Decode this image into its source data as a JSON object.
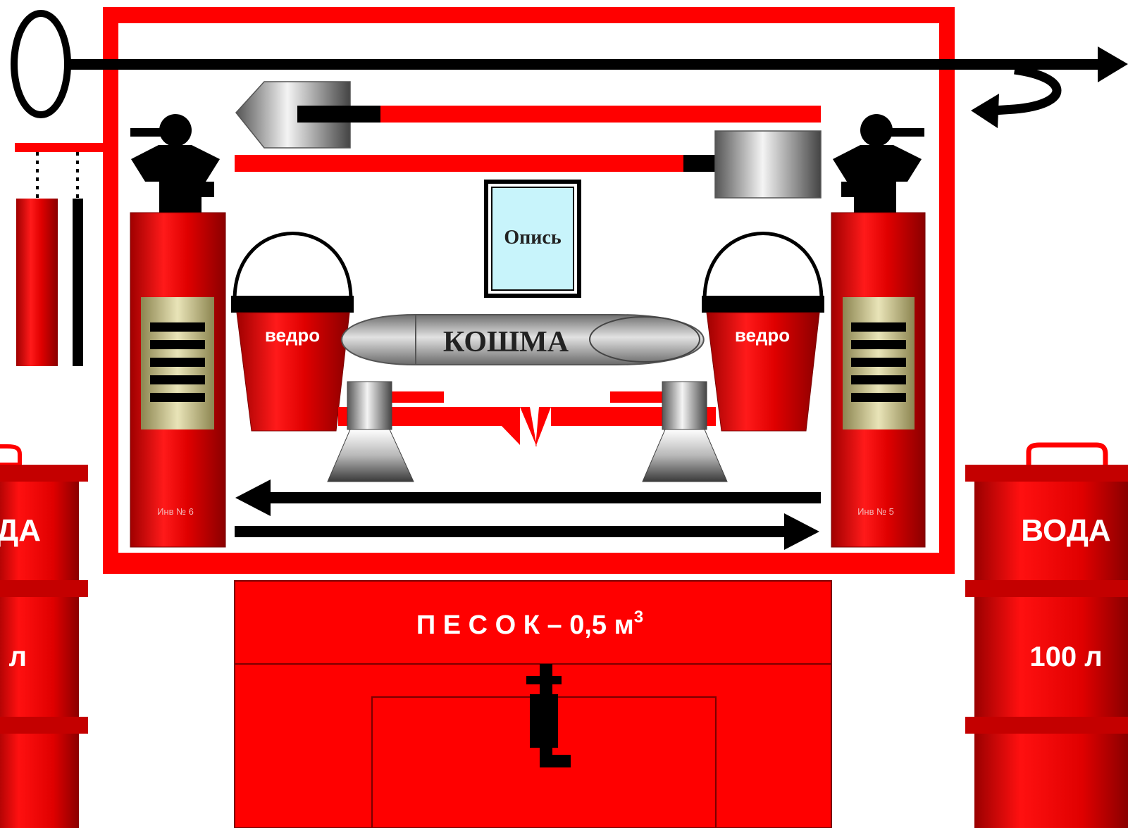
{
  "colors": {
    "fire_red": "#ff0000",
    "dark_red": "#b30000",
    "black": "#000000",
    "steel": "#9a9a9a",
    "inventory_paper": "#c8f4fb",
    "gauge_gold": "#c8c08a"
  },
  "board": {
    "inventory_label": "Опись",
    "blanket_label": "КОШМА",
    "bucket_left_label": "ведро",
    "bucket_right_label": "ведро",
    "extinguisher_left_label": "Инв № 6",
    "extinguisher_right_label": "Инв № 5"
  },
  "sand_box": {
    "label": "П Е С О К – 0,5 м",
    "unit_superscript": "3"
  },
  "water_barrel_left": {
    "title": "ДА",
    "volume": "л"
  },
  "water_barrel_right": {
    "title": "ВОДА",
    "volume": "100 л"
  },
  "icons": [
    "ring-icon",
    "shovel-icon",
    "extinguisher-icon",
    "bucket-icon",
    "axe-icon",
    "crowbar-icon",
    "hook-icon",
    "fire-blanket-icon",
    "barrel-icon",
    "sand-box-icon"
  ]
}
